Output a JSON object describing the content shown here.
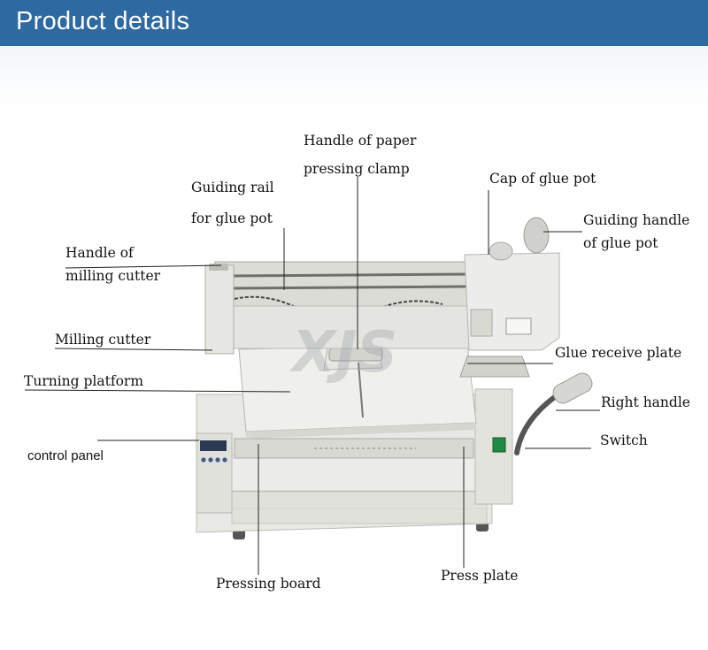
{
  "header": {
    "title": "Product details"
  },
  "labels": {
    "handle_paper_clamp_1": "Handle of paper",
    "handle_paper_clamp_2": "pressing clamp",
    "guiding_rail_1": "Guiding rail",
    "guiding_rail_2": "for glue pot",
    "cap_glue_pot": "Cap of glue pot",
    "guiding_handle_1": "Guiding handle",
    "guiding_handle_2": "of glue pot",
    "handle_milling_1": "Handle of",
    "handle_milling_2": "milling cutter",
    "milling_cutter": "Milling cutter",
    "glue_receive_plate": "Glue receive plate",
    "turning_platform": "Turning platform",
    "right_handle": "Right handle",
    "switch": "Switch",
    "control_panel": "control panel",
    "pressing_board": "Pressing board",
    "press_plate": "Press plate"
  },
  "watermark": "XJS",
  "colors": {
    "header_bg": "#2d6aa1",
    "machine_body": "#e9e9e5",
    "machine_shadow": "#c9c9c4"
  }
}
